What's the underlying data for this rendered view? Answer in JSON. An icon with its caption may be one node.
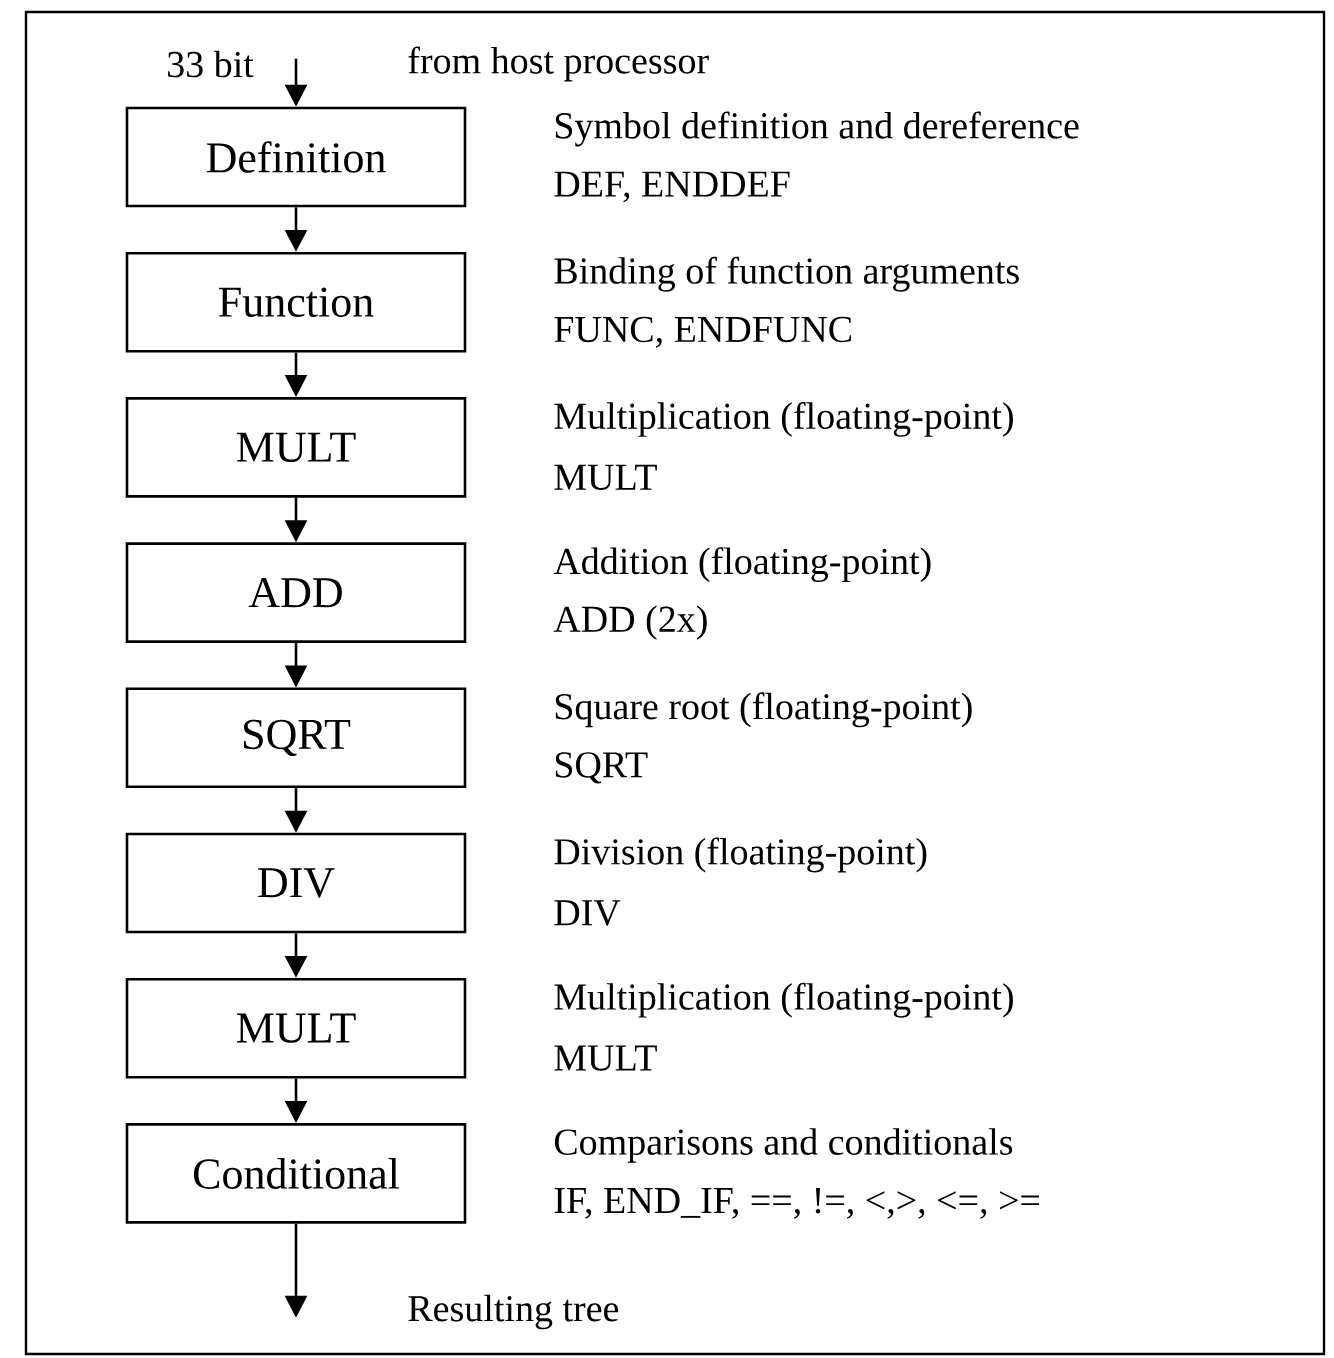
{
  "diagram": {
    "nodes": [
      {
        "text": [
          "Definition"
        ],
        "beside": [
          "Symbol definition and dereference",
          "DEF, ENDDEF"
        ]
      },
      {
        "text": [
          "Function"
        ],
        "beside": [
          "Binding of function arguments",
          "FUNC, ENDFUNC"
        ]
      },
      {
        "text": [
          "MULT"
        ],
        "beside": [
          "Multiplication (floating-point)",
          "MULT"
        ]
      },
      {
        "text": [
          "ADD"
        ],
        "beside": [
          "Addition (floating-point)",
          "ADD (2x)"
        ]
      },
      {
        "text": [
          "SQRT"
        ],
        "beside": [
          "Square root (floating-point)",
          "SQRT"
        ]
      },
      {
        "text": [
          "DIV"
        ],
        "beside": [
          "Division (floating-point)",
          "DIV"
        ]
      },
      {
        "text": [
          "MULT"
        ],
        "beside": [
          "Multiplication (floating-point)",
          "MULT"
        ]
      },
      {
        "text": [
          "Conditional"
        ],
        "beside": [
          "Comparisons and conditionals",
          "IF, END_IF, ==, !=, <,>, <=, >="
        ]
      }
    ],
    "edges": [
      {
        "from": null,
        "to": 0,
        "arrow": "to"
      },
      {
        "from": 0,
        "to": 1,
        "arrow": "to"
      },
      {
        "from": 1,
        "to": 2,
        "arrow": "to"
      },
      {
        "from": 2,
        "to": 3,
        "arrow": "to"
      },
      {
        "from": 3,
        "to": 4,
        "arrow": "to"
      },
      {
        "from": 4,
        "to": 5,
        "arrow": "to"
      },
      {
        "from": 5,
        "to": 6,
        "arrow": "to"
      },
      {
        "from": 6,
        "to": 7,
        "arrow": "to"
      },
      {
        "from": 7,
        "to": null,
        "arrow": "to"
      }
    ],
    "labels": [
      "33 bit",
      "from host processor",
      "Resulting tree"
    ]
  }
}
